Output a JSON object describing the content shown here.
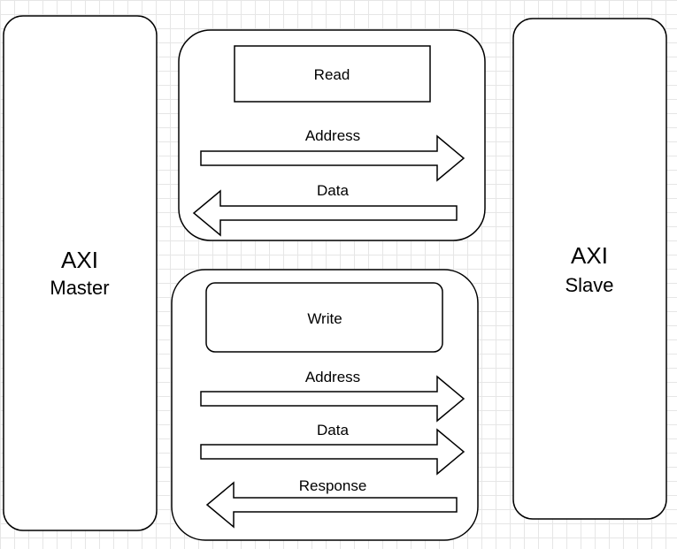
{
  "master": {
    "title": "AXI",
    "subtitle": "Master"
  },
  "slave": {
    "title": "AXI",
    "subtitle": "Slave"
  },
  "read_channel": {
    "label": "Read",
    "signals": [
      {
        "label": "Address",
        "direction": "master-to-slave"
      },
      {
        "label": "Data",
        "direction": "slave-to-master"
      }
    ]
  },
  "write_channel": {
    "label": "Write",
    "signals": [
      {
        "label": "Address",
        "direction": "master-to-slave"
      },
      {
        "label": "Data",
        "direction": "master-to-slave"
      },
      {
        "label": "Response",
        "direction": "slave-to-master"
      }
    ]
  }
}
